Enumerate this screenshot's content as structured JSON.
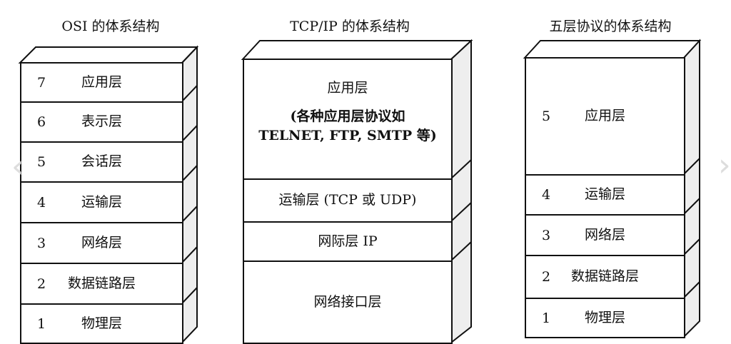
{
  "osi": {
    "title": "OSI 的体系结构",
    "layers": [
      {
        "num": "7",
        "name": "应用层"
      },
      {
        "num": "6",
        "name": "表示层"
      },
      {
        "num": "5",
        "name": "会话层"
      },
      {
        "num": "4",
        "name": "运输层"
      },
      {
        "num": "3",
        "name": "网络层"
      },
      {
        "num": "2",
        "name": "数据链路层"
      },
      {
        "num": "1",
        "name": "物理层"
      }
    ]
  },
  "tcpip": {
    "title": "TCP/IP 的体系结构",
    "layers": [
      {
        "name": "应用层",
        "detail1": "(各种应用层协议如",
        "detail2": "TELNET, FTP, SMTP 等)"
      },
      {
        "name": "运输层 (TCP 或 UDP)"
      },
      {
        "name": "网际层 IP"
      },
      {
        "name": "网络接口层"
      }
    ]
  },
  "five": {
    "title": "五层协议的体系结构",
    "layers": [
      {
        "num": "5",
        "name": "应用层"
      },
      {
        "num": "4",
        "name": "运输层"
      },
      {
        "num": "3",
        "name": "网络层"
      },
      {
        "num": "2",
        "name": "数据链路层"
      },
      {
        "num": "1",
        "name": "物理层"
      }
    ]
  },
  "nav": {
    "prev": "‹",
    "next": "›"
  }
}
